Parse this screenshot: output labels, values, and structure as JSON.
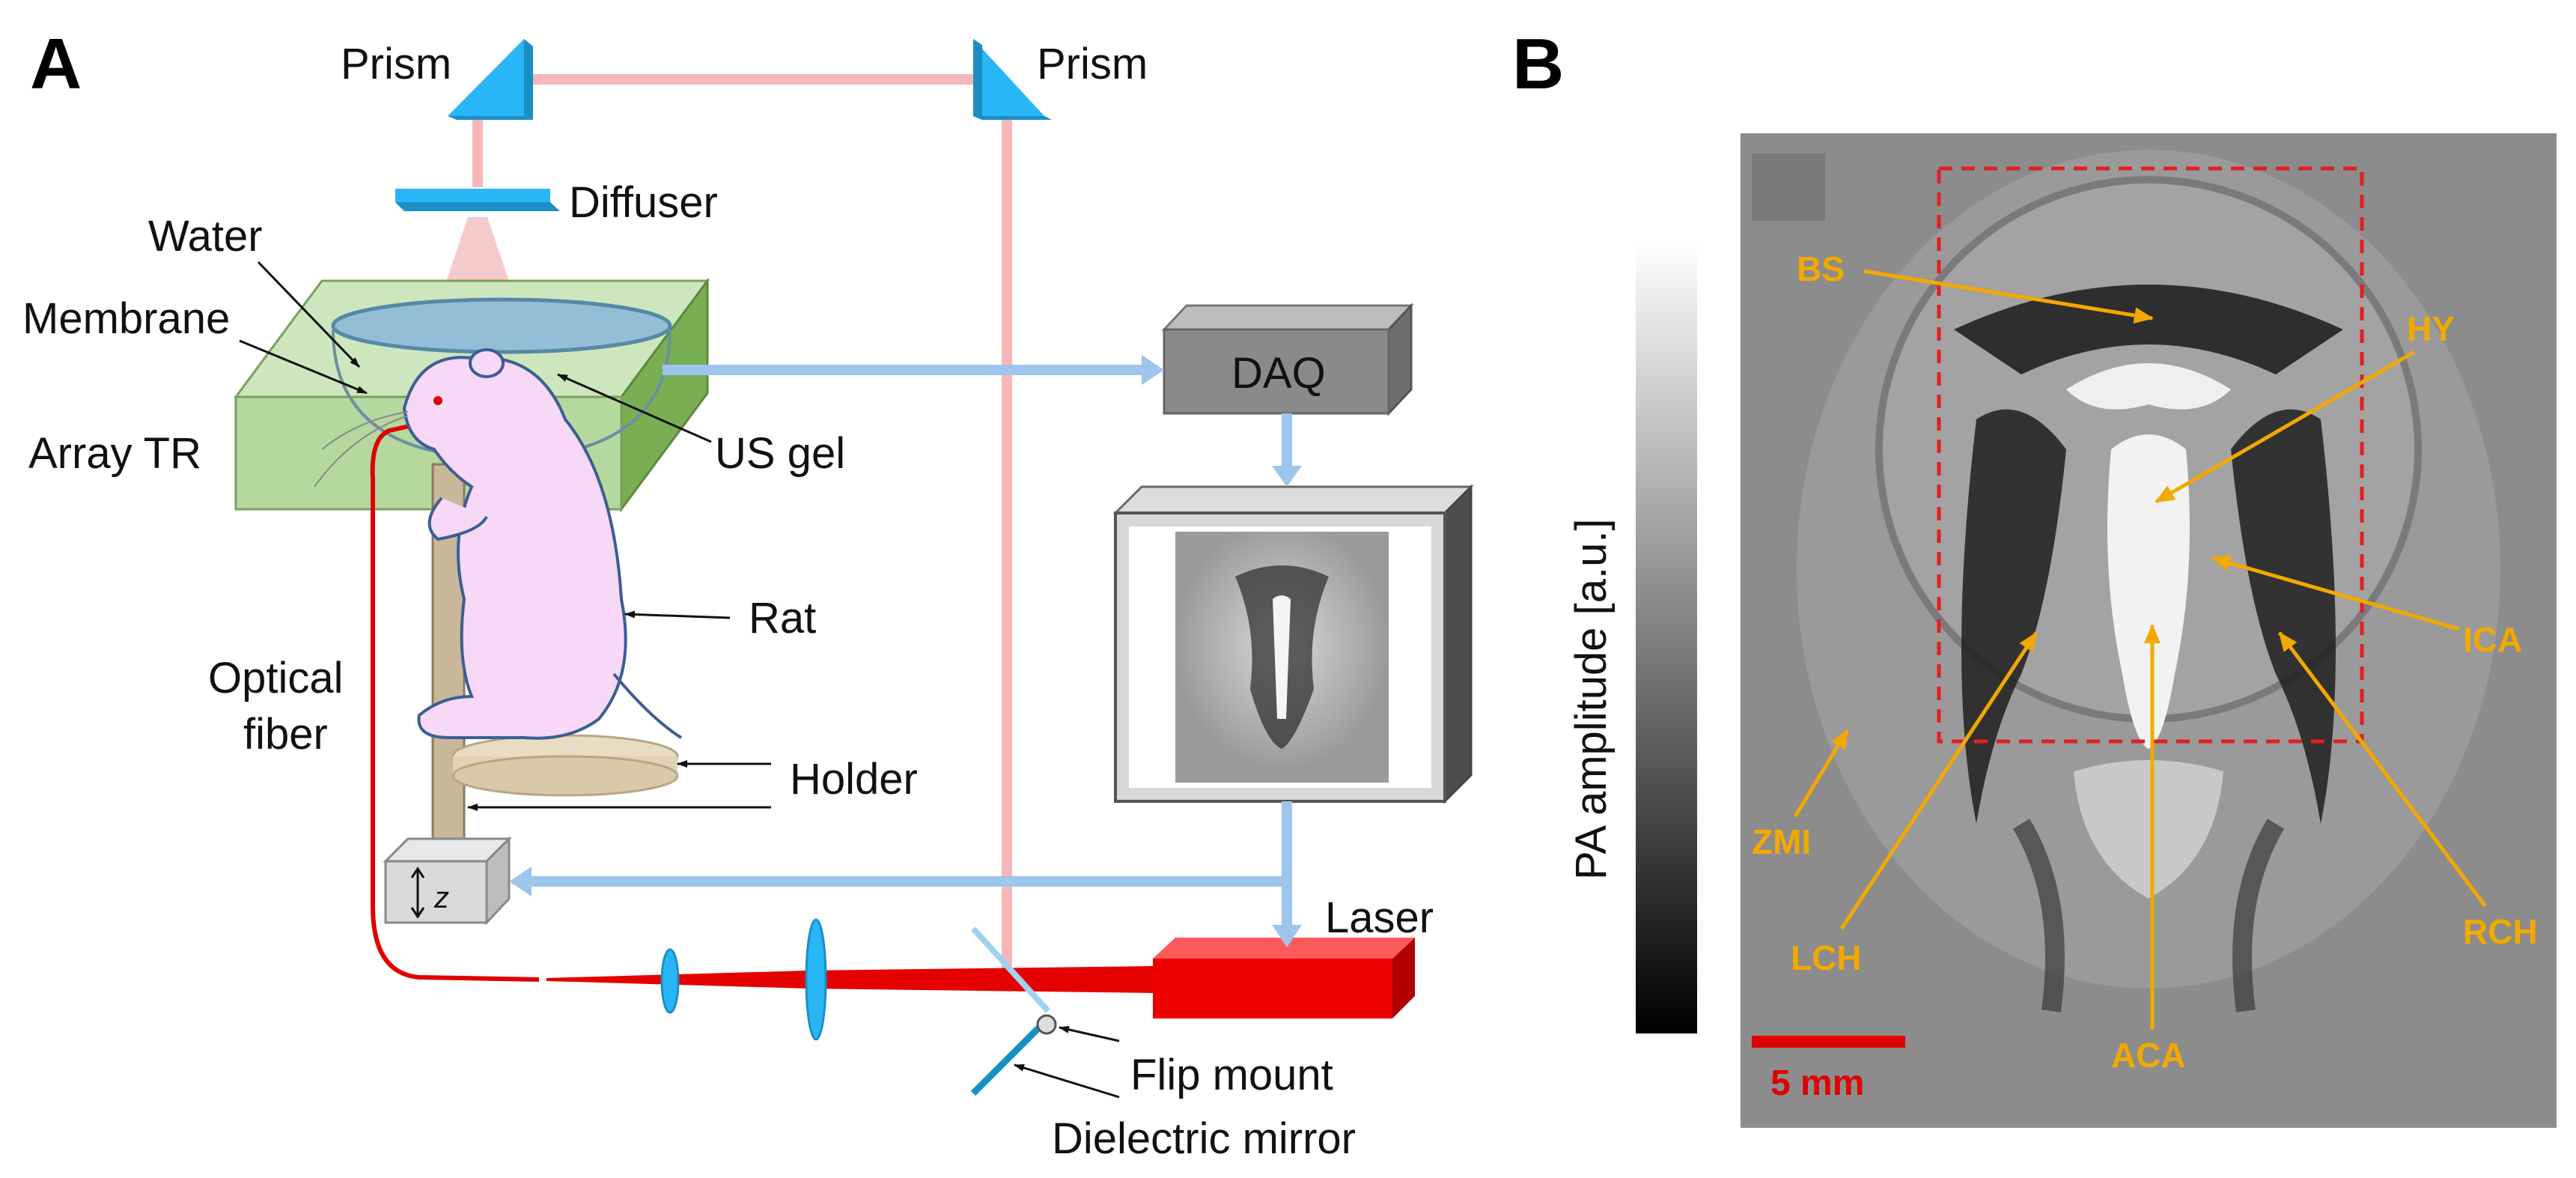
{
  "panels": {
    "a": "A",
    "b": "B"
  },
  "labels_a": {
    "prism_left": "Prism",
    "prism_right": "Prism",
    "diffuser": "Diffuser",
    "water": "Water",
    "membrane": "Membrane",
    "array_tr": "Array TR",
    "us_gel": "US gel",
    "daq": "DAQ",
    "rat": "Rat",
    "optical_fiber_1": "Optical",
    "optical_fiber_2": "fiber",
    "holder": "Holder",
    "z_stage": "z",
    "laser": "Laser",
    "flip_mount": "Flip mount",
    "dielectric_mirror": "Dielectric mirror"
  },
  "labels_b": {
    "colorbar_label": "PA amplitude [a.u.]",
    "scale_bar": "5 mm",
    "structures": [
      "BS",
      "HY",
      "ICA",
      "RCH",
      "ACA",
      "LCH",
      "ZMI"
    ]
  },
  "colors": {
    "laser_beam": "#f5b7b7",
    "fiber": "#e00000",
    "signal_arrow": "#9ec5ec",
    "prism": "#29b6f6",
    "array_box": "#a5d18a",
    "rat_body": "#f7d8f7",
    "annotation": "#f2a900",
    "roi_box": "#e02020"
  }
}
